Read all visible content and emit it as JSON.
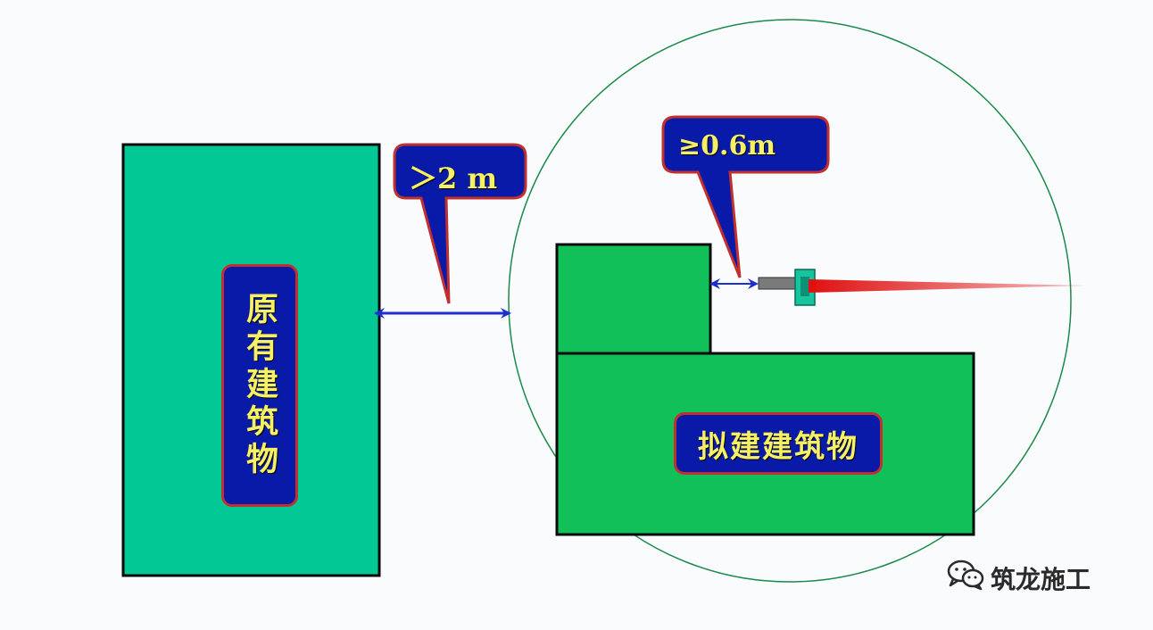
{
  "existing_building": {
    "label": "原有建筑物"
  },
  "proposed_building": {
    "label": "拟建建筑物"
  },
  "callouts": {
    "building_gap": "＞2 m",
    "equipment_gap": "≥0.6m"
  },
  "watermark": {
    "text": "筑龙施工",
    "icon": "wechat-icon"
  },
  "colors": {
    "existing_building": "#02c896",
    "proposed_building": "#12c05a",
    "label_fill": "#0a1aa8",
    "label_border": "#c0302f",
    "label_text": "#f5f064",
    "dimension_line": "#1d2fd0",
    "circle": "#1b8a4a",
    "beam": "#e01010",
    "equipment_body": "#7a7a7a",
    "equipment_head": "#17c4a0"
  }
}
